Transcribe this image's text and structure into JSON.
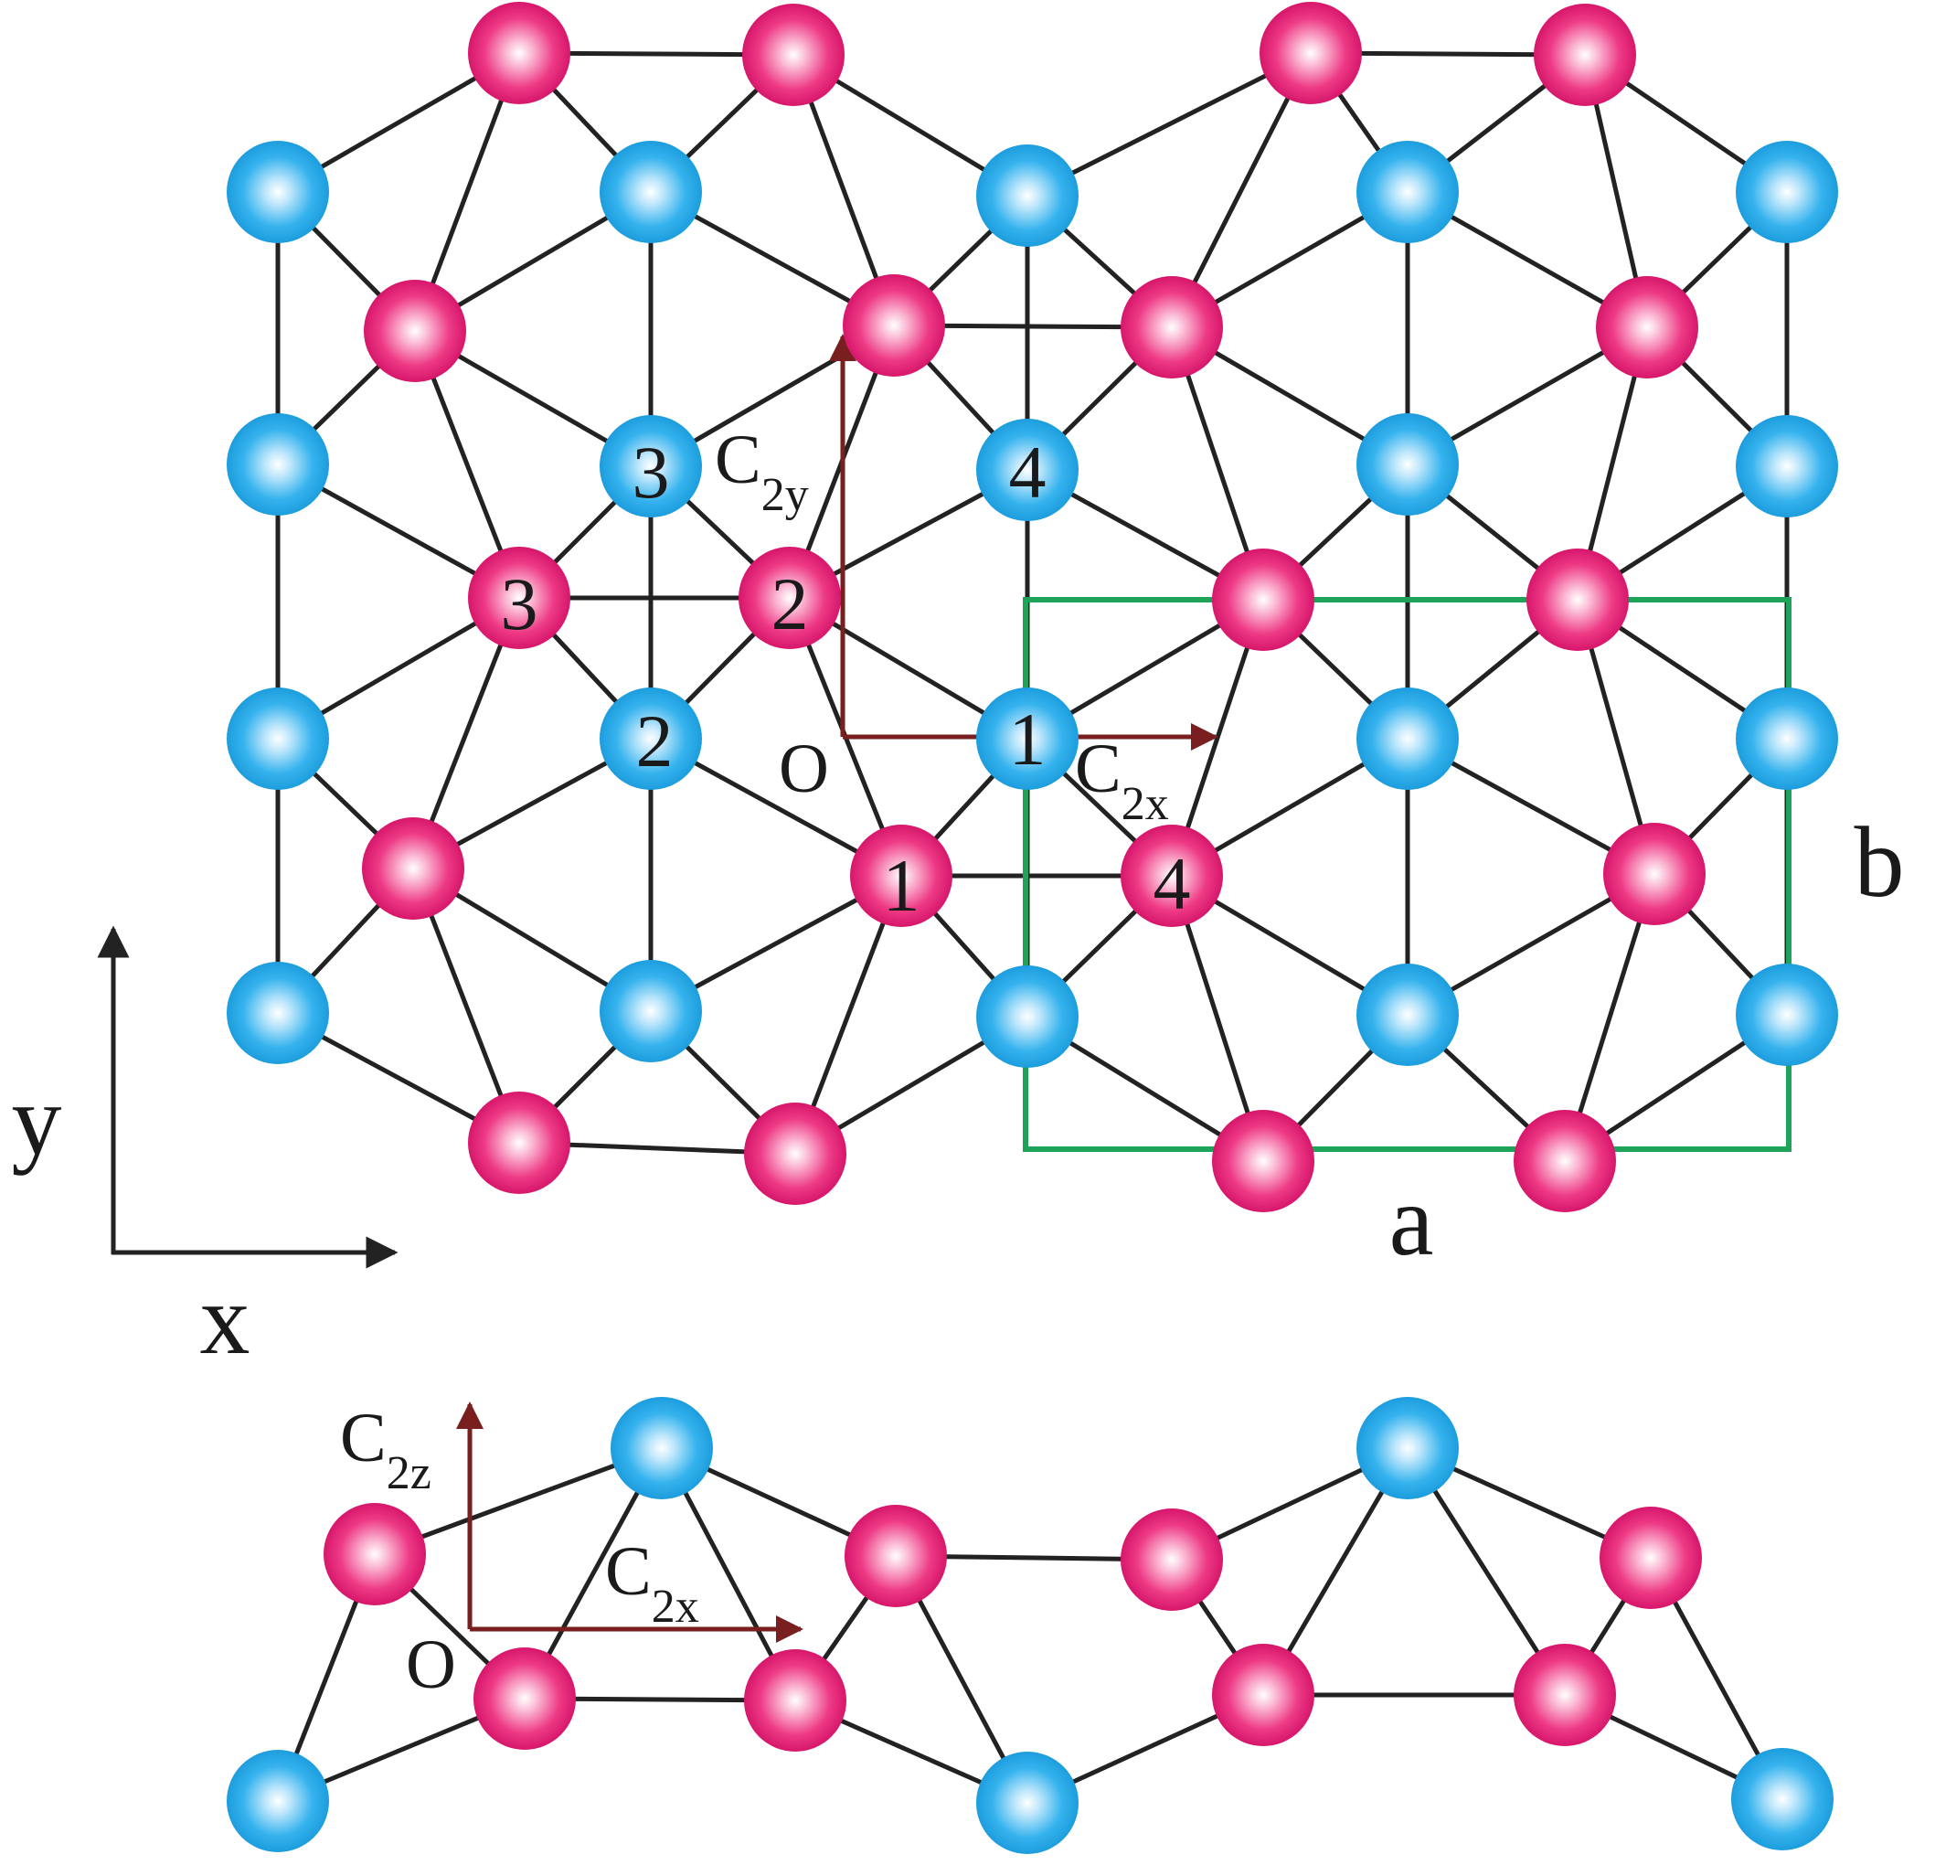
{
  "colors": {
    "pink_atom": "#e5126f",
    "blue_atom": "#1aa6e6",
    "bond": "#222222",
    "symmetry_axis": "#7a1f1f",
    "unit_cell": "#1ea35a",
    "coord_axis": "#222222"
  },
  "top_view": {
    "atom_labels": {
      "blue_1": "1",
      "blue_2": "2",
      "blue_3": "3",
      "blue_4": "4",
      "pink_1": "1",
      "pink_2": "2",
      "pink_3": "3",
      "pink_4": "4"
    },
    "origin_label": "O",
    "c2y": {
      "main": "C",
      "sub": "2y"
    },
    "c2x": {
      "main": "C",
      "sub": "2x"
    },
    "cell_a_label": "a",
    "cell_b_label": "b"
  },
  "coord_axes": {
    "x_label": "x",
    "y_label": "y"
  },
  "side_view": {
    "origin_label": "O",
    "c2z": {
      "main": "C",
      "sub": "2z"
    },
    "c2x": {
      "main": "C",
      "sub": "2x"
    }
  }
}
